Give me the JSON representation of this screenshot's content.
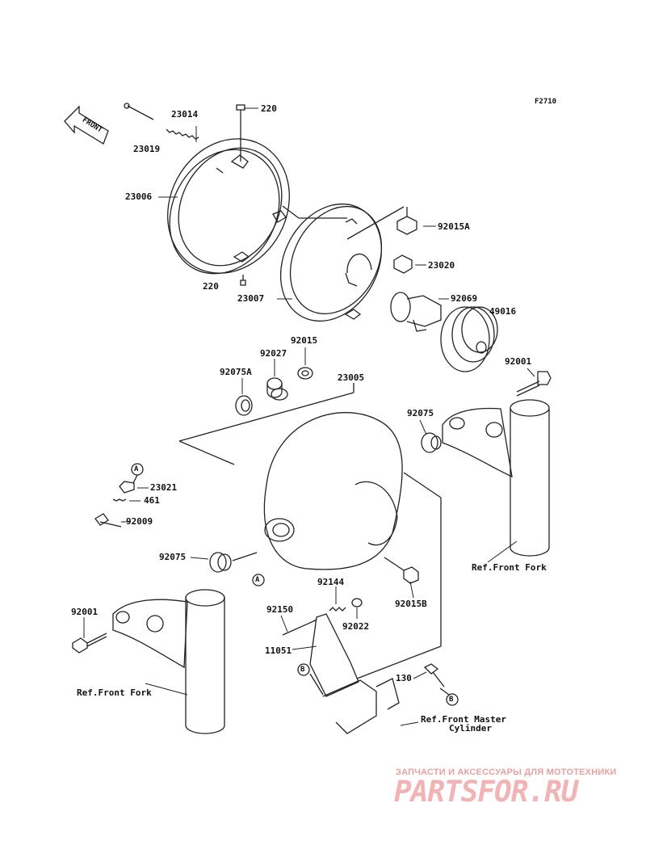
{
  "figure_code": "F2710",
  "front_arrow": "FRONT",
  "refs": {
    "fork_right": "Ref.Front Fork",
    "fork_left": "Ref.Front Fork",
    "master_cyl_1": "Ref.Front Master",
    "master_cyl_2": "Cylinder"
  },
  "parts": {
    "p220_top": "220",
    "p220_bot": "220",
    "p23014": "23014",
    "p23019": "23019",
    "p23006": "23006",
    "p92015A": "92015A",
    "p23020": "23020",
    "p23007": "23007",
    "p92069": "92069",
    "p49016": "49016",
    "p92015": "92015",
    "p92027": "92027",
    "p92075A": "92075A",
    "p23005": "23005",
    "p92001_r": "92001",
    "p92075_r": "92075",
    "p23021": "23021",
    "p461": "461",
    "p92009": "92009",
    "p92075_l": "92075",
    "p92144": "92144",
    "p92015B": "92015B",
    "p92022": "92022",
    "p92150": "92150",
    "p92001_l": "92001",
    "p11051": "11051",
    "p130": "130"
  },
  "markers": {
    "A1": "A",
    "A2": "A",
    "B1": "B",
    "B2": "B"
  },
  "watermark": {
    "tagline": "ЗАПЧАСТИ И АКСЕССУАРЫ ДЛЯ МОТОТЕХНИКИ",
    "brand": "PARTSFOR.RU"
  }
}
